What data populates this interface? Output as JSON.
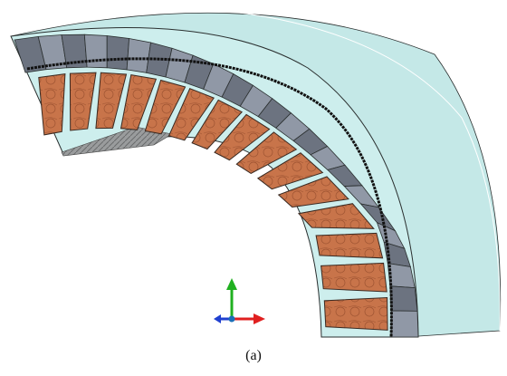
{
  "figure": {
    "caption": "(a)"
  },
  "model": {
    "slot_count": 15,
    "magnet_segment_count": 24,
    "colors": {
      "stator_face": "#cdeeed",
      "stator_side": "#c4e8e7",
      "stator_edge": "#2a2f2f",
      "magnet": "#9098a6",
      "magnet_dark": "#6c7380",
      "coil": "#c8744a",
      "coil_pattern": "#8a4426",
      "air_gap": "#121212",
      "shadow": "#8a8c8d"
    }
  },
  "triad": {
    "x_axis_color": "#e02020",
    "y_axis_color": "#20b020",
    "z_axis_color": "#2040d0",
    "origin_color": "#1b70b8"
  }
}
